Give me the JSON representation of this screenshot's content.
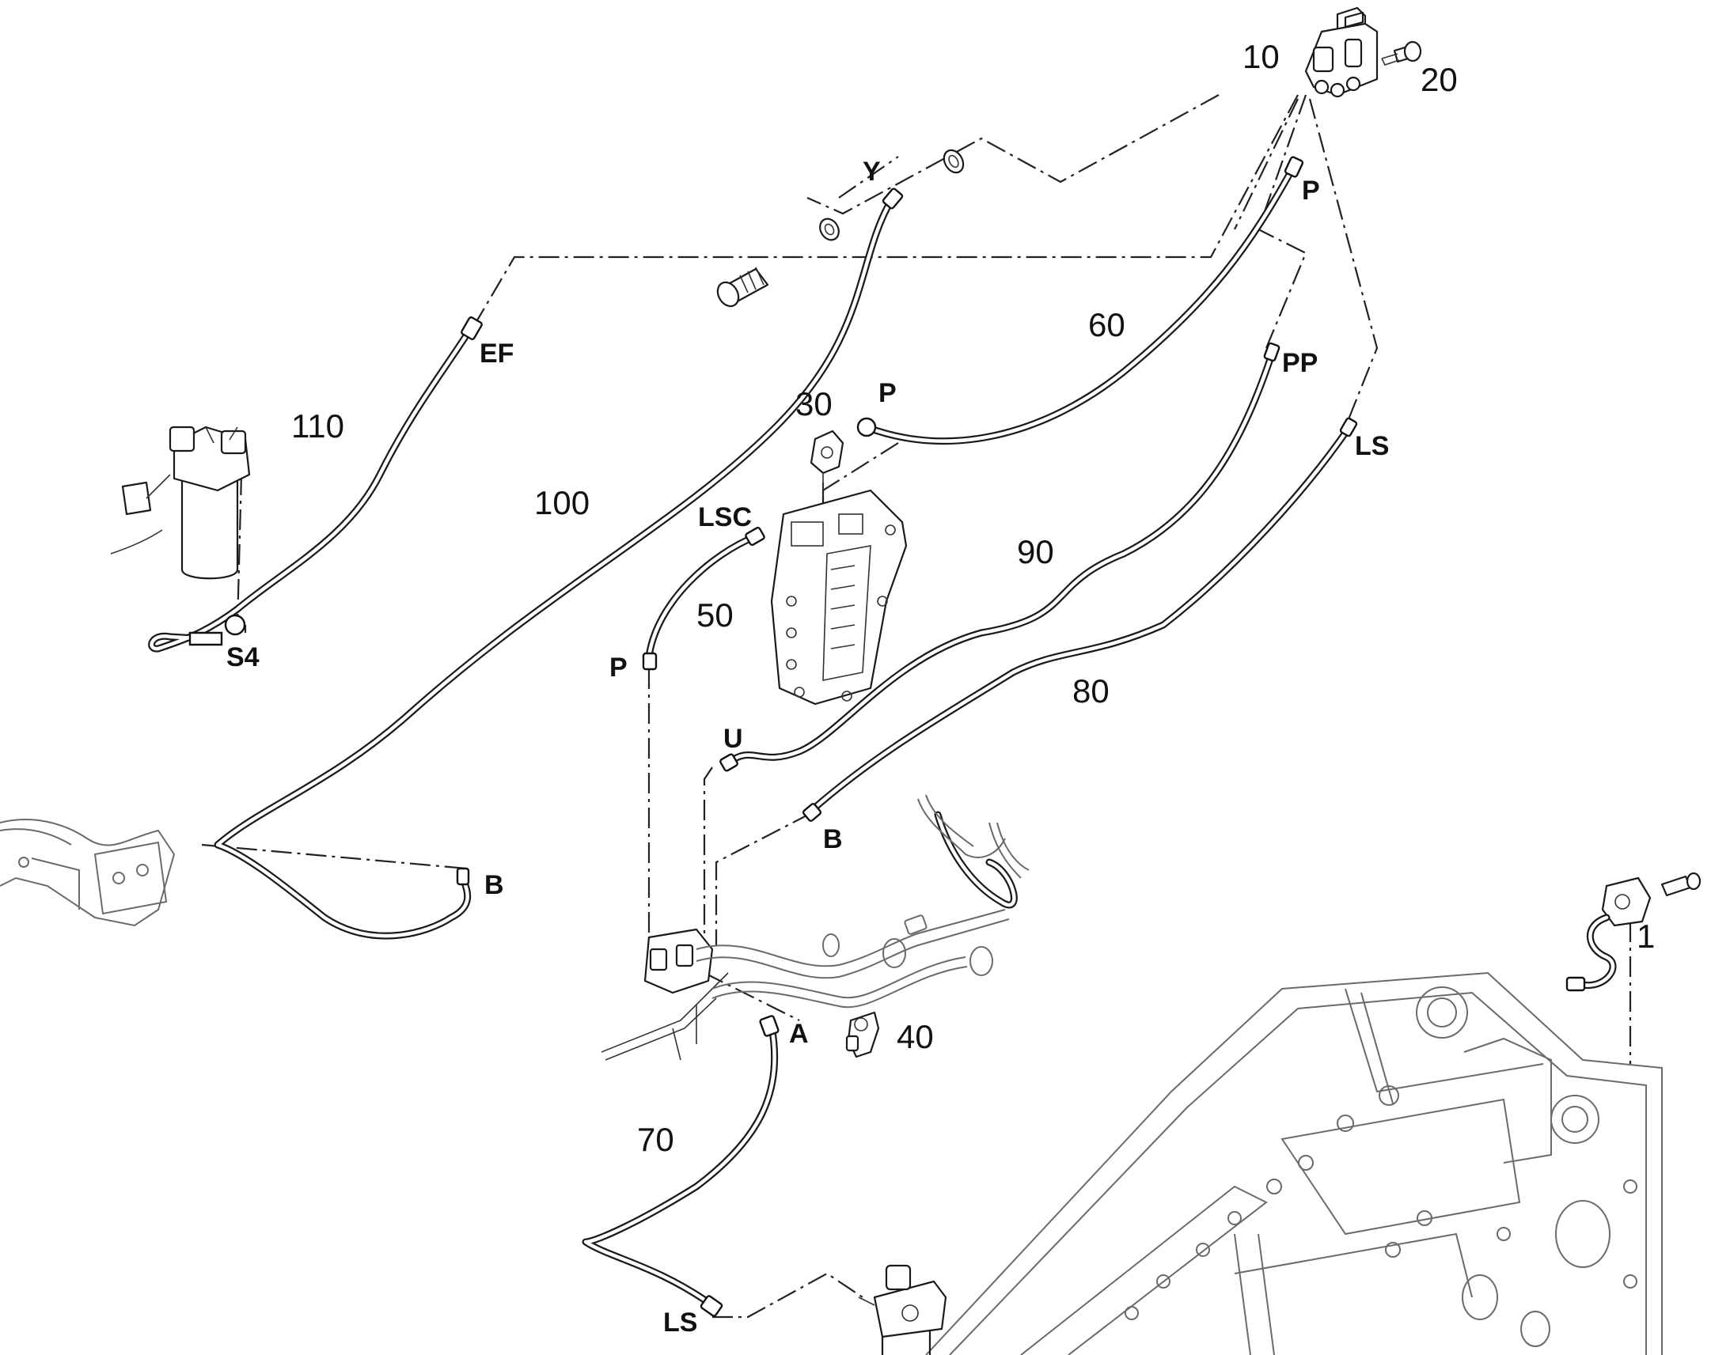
{
  "callouts": {
    "c1": "1",
    "c10": "10",
    "c20": "20",
    "c30": "30",
    "c40": "40",
    "c50": "50",
    "c60": "60",
    "c70": "70",
    "c80": "80",
    "c90": "90",
    "c100": "100",
    "c110": "110"
  },
  "port_labels": {
    "y": "Y",
    "ef": "EF",
    "s4": "S4",
    "b_left": "B",
    "p_top": "P",
    "p_mid": "P",
    "pp": "PP",
    "ls_right": "LS",
    "lsc": "LSC",
    "p_hose50": "P",
    "u": "U",
    "b_mid": "B",
    "a": "A",
    "ls_bottom": "LS"
  }
}
